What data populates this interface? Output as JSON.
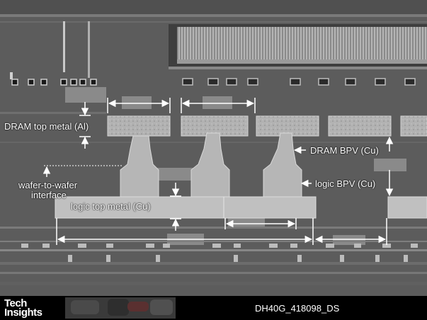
{
  "labels": {
    "dram_top_metal": "DRAM top metal (Al)",
    "dram_bpv": "DRAM BPV (Cu)",
    "wafer_line1": "wafer-to-wafer",
    "wafer_line2": "interface",
    "logic_bpv": "logic BPV (Cu)",
    "logic_top_metal": "logic top metal (Cu)"
  },
  "footer": {
    "logo_line1": "Tech",
    "logo_line2": "Insights",
    "image_code": "DH40G_418098_DS"
  },
  "colors": {
    "background": "#5c5c5c",
    "metal": "#c4c4c4",
    "annotation": "#ffffff"
  }
}
